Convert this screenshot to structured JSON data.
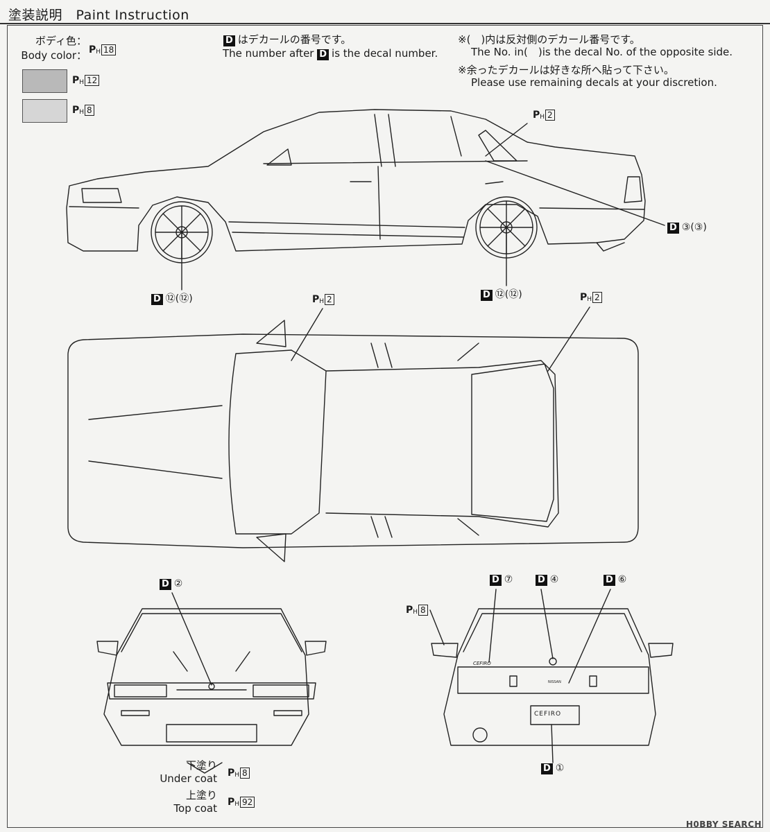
{
  "header": {
    "title": "塗装説明　Paint Instruction"
  },
  "body_color": {
    "label_jp": "ボディ色：",
    "label_en": "Body color：",
    "code": "18"
  },
  "swatches": [
    {
      "code": "12",
      "color": "#b9b9b9"
    },
    {
      "code": "8",
      "color": "#d6d6d6"
    }
  ],
  "decal_note": {
    "jp": "はデカールの番号です。",
    "en_before": "The number after",
    "en_after": "is the decal number."
  },
  "notes": {
    "opposite_jp": "※(　)内は反対側のデカール番号です。",
    "opposite_en": "The No. in(　)is the decal No. of the opposite side.",
    "remaining_jp": "※余ったデカールは好きな所へ貼って下さい。",
    "remaining_en": "Please use remaining decals at your discretion."
  },
  "paint_prefix": "P",
  "paint_sub": "H",
  "decal_letter": "D",
  "side_view": {
    "window_code": "2",
    "decal_rear": "③(③)",
    "decal_wheel_front": "⑫(⑫)",
    "decal_wheel_rear": "⑫(⑫)"
  },
  "top_view": {
    "window_code_left": "2",
    "window_code_right": "2"
  },
  "front_view": {
    "decal": "②",
    "under_jp": "下塗り",
    "under_en": "Under coat",
    "under_code": "8",
    "top_jp": "上塗り",
    "top_en": "Top coat",
    "top_code": "92"
  },
  "rear_view": {
    "mirror_code": "8",
    "decal_left": "⑦",
    "decal_center": "④",
    "decal_right": "⑥",
    "decal_bottom": "①",
    "badge_text": "CEFIRO",
    "script_text": "CEFIRO",
    "nissan_text": "NISSAN"
  },
  "watermark": "H0BBY SEARCH"
}
